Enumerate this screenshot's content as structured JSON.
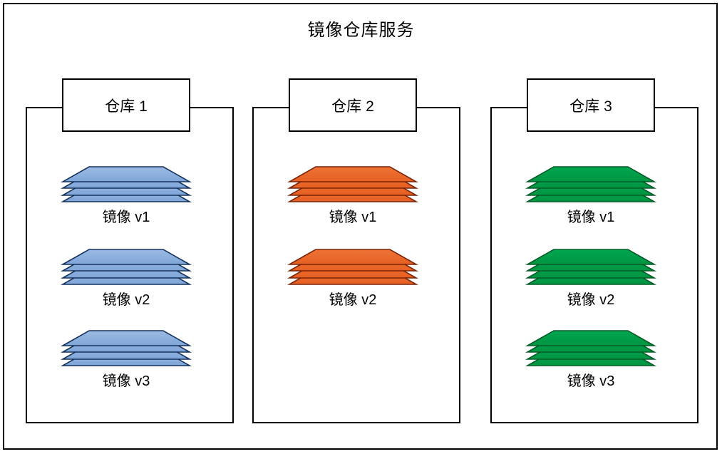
{
  "diagram": {
    "title": "镜像仓库服务",
    "background_color": "#ffffff",
    "border_color": "#000000"
  },
  "palette": {
    "blue_fill_top": "#9CBBE3",
    "blue_fill_bottom": "#7FA6D8",
    "blue_stroke": "#15325E",
    "orange_fill_top": "#EE7436",
    "orange_fill_bottom": "#E65F22",
    "orange_stroke": "#7A2408",
    "green_fill_top": "#00A651",
    "green_fill_bottom": "#009541",
    "green_stroke": "#045C26",
    "outline": "#000000"
  },
  "repositories": [
    {
      "header_label": "仓库 1",
      "color_key": "blue",
      "images": [
        {
          "label": "镜像 v1",
          "layers": 4
        },
        {
          "label": "镜像 v2",
          "layers": 4
        },
        {
          "label": "镜像 v3",
          "layers": 4
        }
      ]
    },
    {
      "header_label": "仓库 2",
      "color_key": "orange",
      "images": [
        {
          "label": "镜像 v1",
          "layers": 4
        },
        {
          "label": "镜像 v2",
          "layers": 4
        }
      ]
    },
    {
      "header_label": "仓库 3",
      "color_key": "green",
      "images": [
        {
          "label": "镜像 v1",
          "layers": 4
        },
        {
          "label": "镜像 v2",
          "layers": 4
        },
        {
          "label": "镜像 v3",
          "layers": 4
        }
      ]
    }
  ],
  "layout": {
    "repo_left_positions": [
      36,
      354,
      688
    ],
    "image_row_tops": [
      122,
      238,
      352
    ]
  }
}
